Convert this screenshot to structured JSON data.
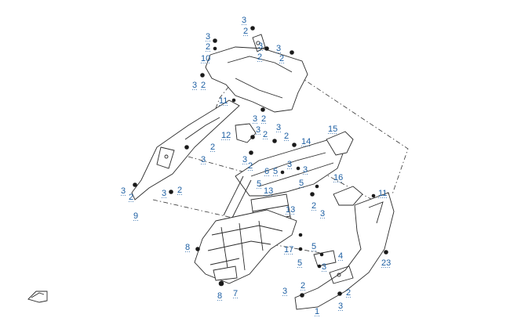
{
  "diagram": {
    "callouts": [
      "1",
      "2",
      "3",
      "4",
      "5",
      "6",
      "7",
      "8",
      "9",
      "10",
      "11",
      "12",
      "13",
      "14",
      "15",
      "16",
      "17",
      "23"
    ]
  }
}
